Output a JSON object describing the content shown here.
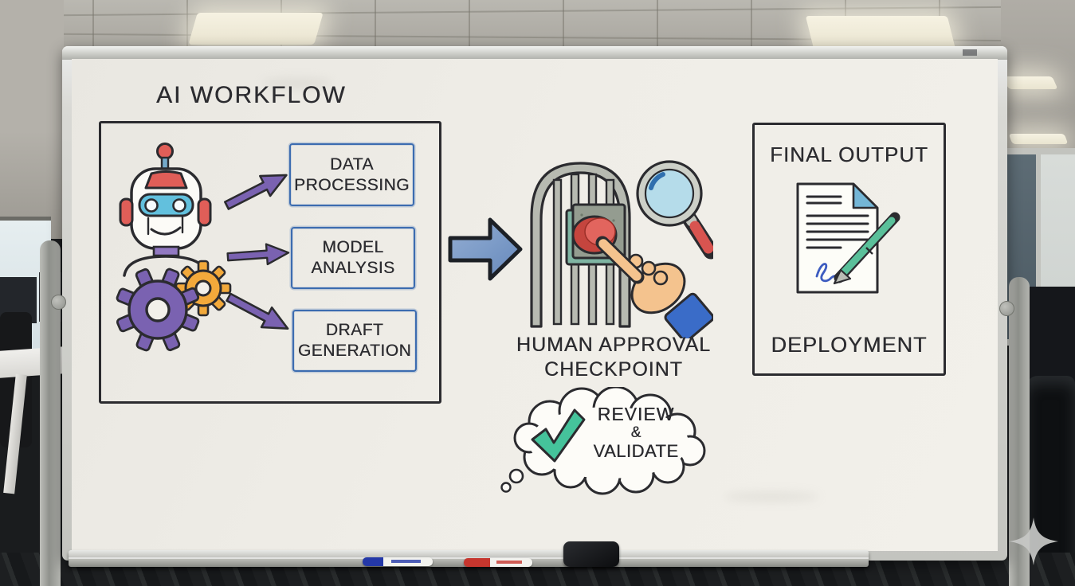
{
  "scene_description": "Photo of an office whiteboard with a hand-drawn AI workflow diagram",
  "whiteboard": {
    "title": "AI WORKFLOW",
    "process_boxes": [
      {
        "line1": "DATA",
        "line2": "PROCESSING"
      },
      {
        "line1": "MODEL",
        "line2": "ANALYSIS"
      },
      {
        "line1": "DRAFT",
        "line2": "GENERATION"
      }
    ],
    "checkpoint": {
      "label_line1": "HUMAN APPROVAL",
      "label_line2": "CHECKPOINT",
      "thought_line1": "REVIEW",
      "thought_line2": "&",
      "thought_line3": "VALIDATE"
    },
    "final_output": {
      "title": "FINAL OUTPUT",
      "caption": "DEPLOYMENT"
    }
  },
  "icons": {
    "robot": "robot-icon",
    "gears": "gears-icon",
    "purple_arrows": "arrow-right-icon",
    "blue_arrow": "big-arrow-right-icon",
    "gate": "gate-icon",
    "approval_button": "red-button-icon",
    "pointing_hand": "pointing-hand-icon",
    "magnifier": "magnifying-glass-icon",
    "thought_cloud": "thought-cloud-icon",
    "checkmark": "checkmark-icon",
    "signed_document": "signed-document-icon",
    "pen": "pen-icon",
    "blue_marker": "blue-marker-icon",
    "red_marker": "red-marker-icon",
    "eraser_phone": "eraser-icon",
    "sparkle": "sparkle-watermark-icon"
  },
  "colors": {
    "ink": "#2b2b2f",
    "purple": "#7a62b1",
    "orange": "#f2a93b",
    "red": "#e05e58",
    "blue-border": "#3c6cb0",
    "arrow-blue": "#7d9cc8",
    "visor": "#62c0dd",
    "green": "#45c39b",
    "pen-green": "#5ac09a",
    "sig-blue": "#3d5cc0",
    "btn-red": "#d9534d",
    "skin": "#f4c38e",
    "sleeve": "#3a6cc8",
    "lens": "#b5dcea"
  }
}
